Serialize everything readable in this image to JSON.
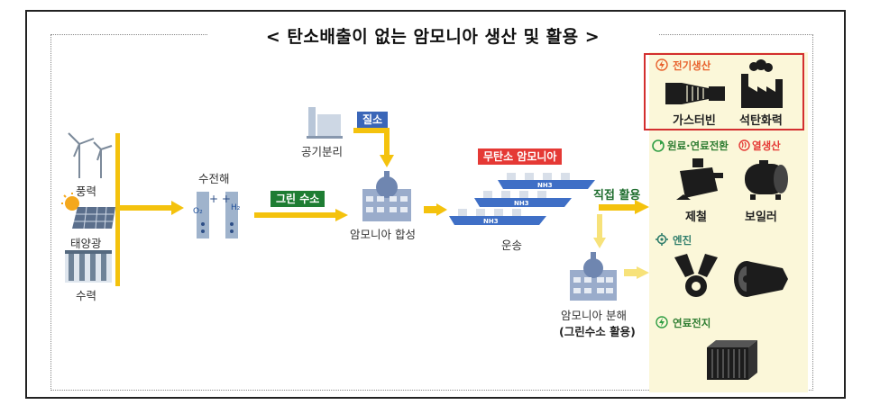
{
  "title": "< 탄소배출이 없는 암모니아 생산 및 활용 >",
  "sources": {
    "wind": "풍력",
    "solar": "태양광",
    "hydro": "수력"
  },
  "electrolysis": "수전해",
  "electrolysis_marks": [
    "O₂",
    "H₂"
  ],
  "green_hydrogen_tag": "그린 수소",
  "air_separation": "공기분리",
  "nitrogen_tag": "질소",
  "synthesis": "암모니아 합성",
  "carbon_free_tag": "무탄소 암모니아",
  "ship_label": "NH3",
  "transport": "운송",
  "direct_use": "직접 활용",
  "decomposition": {
    "line1": "암모니아 분해",
    "line2": "(그린수소 활용)"
  },
  "uses": {
    "power": {
      "header": "전기생산",
      "items": [
        "가스터빈",
        "석탄화력"
      ]
    },
    "fuel": {
      "header_a": "원료·연료전환",
      "header_b": "열생산",
      "items": [
        "제철",
        "보일러"
      ]
    },
    "engine": {
      "header": "엔진"
    },
    "fuel_cell": {
      "header": "연료전지"
    }
  },
  "colors": {
    "arrow_yellow": "#f4c20d",
    "arrow_light": "#f7e27a",
    "green_tag": "#1e7d33",
    "blue_tag": "#3a66b8",
    "red_tag": "#e53935",
    "ship_blue": "#3f6fc6",
    "panel_bg": "#fbf7d9",
    "red_box": "#d32f2f",
    "icon_dark": "#1c1c1c"
  }
}
